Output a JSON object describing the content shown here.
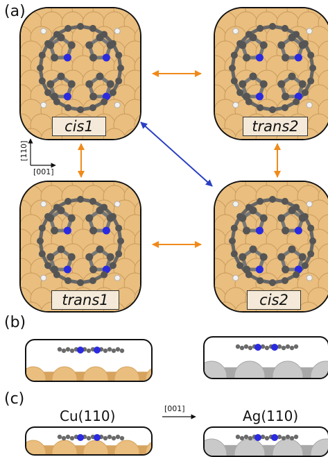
{
  "panels": {
    "a": "(a)",
    "b": "(b)",
    "c": "(c)"
  },
  "isomers": {
    "cis1": "cis1",
    "trans2": "trans2",
    "trans1": "trans1",
    "cis2": "cis2"
  },
  "axes": {
    "vertical": "[110]",
    "horizontal": "[001]",
    "side_arrow": "[001]"
  },
  "surfaces": {
    "cu": "Cu(110)",
    "ag": "Ag(110)"
  },
  "colors": {
    "copper": "#e9be7e",
    "silver": "#c9c9c9",
    "carbon": "#555555",
    "nitrogen": "#2a2ae0",
    "hydrogen": "#f2f2f2",
    "arrow_orange": "#f08a1a",
    "arrow_blue": "#2a3fc2"
  }
}
